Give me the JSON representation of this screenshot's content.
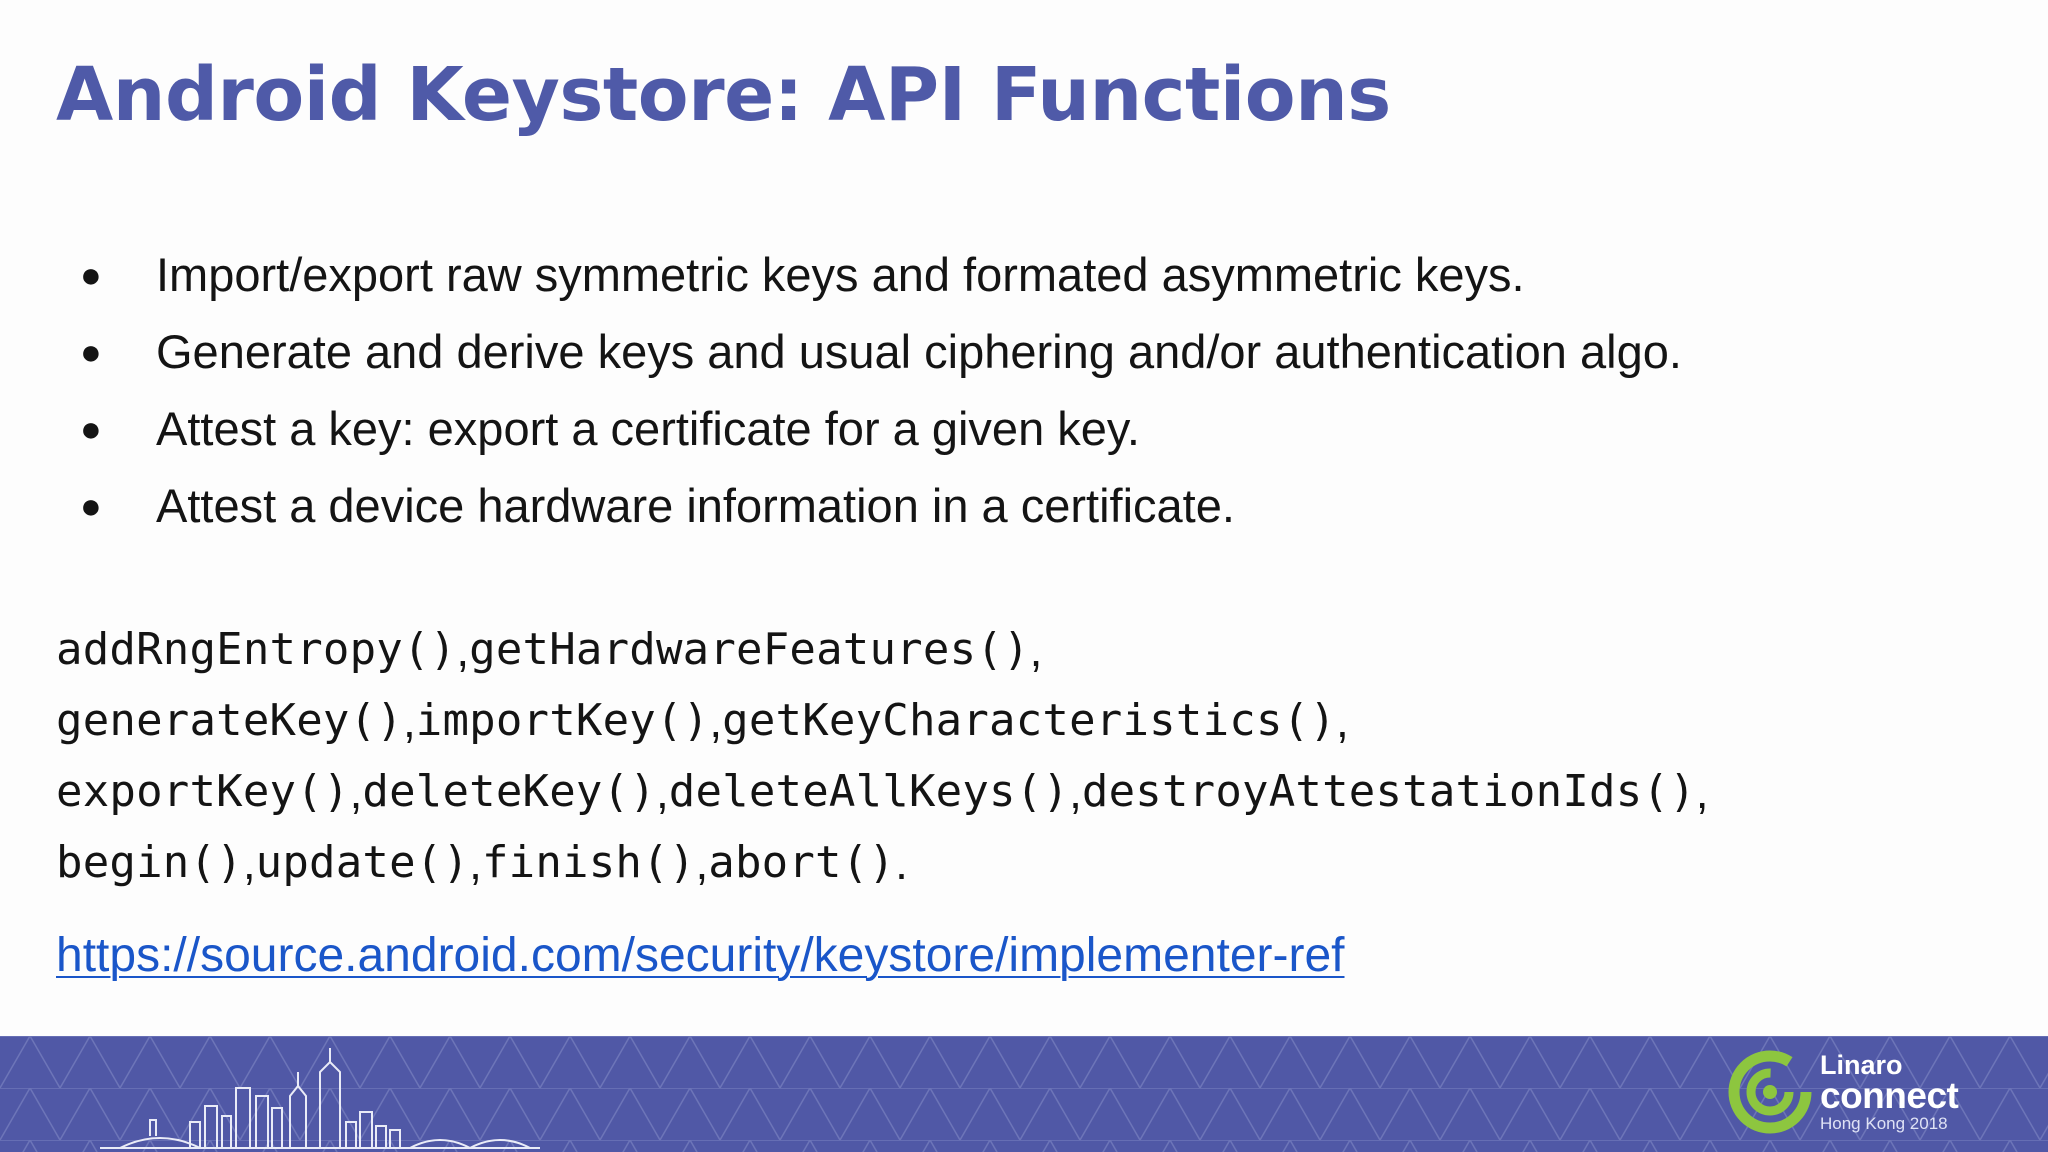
{
  "slide": {
    "title": "Android Keystore: API Functions",
    "bullets": [
      "Import/export raw symmetric keys and formated asymmetric keys.",
      "Generate and derive keys and usual ciphering and/or authentication algo.",
      "Attest a key: export a certificate for a given key.",
      "Attest a device hardware information in a certificate."
    ],
    "bullet_glyph": "●",
    "api_lines": [
      [
        {
          "fn": "addRngEntropy()",
          "sep": ", "
        },
        {
          "fn": "getHardwareFeatures()",
          "sep": ","
        }
      ],
      [
        {
          "fn": "generateKey()",
          "sep": ", "
        },
        {
          "fn": "importKey()",
          "sep": ", "
        },
        {
          "fn": "getKeyCharacteristics()",
          "sep": ","
        }
      ],
      [
        {
          "fn": "exportKey()",
          "sep": ", "
        },
        {
          "fn": "deleteKey()",
          "sep": ", "
        },
        {
          "fn": "deleteAllKeys()",
          "sep": ", "
        },
        {
          "fn": "destroyAttestationIds()",
          "sep": ","
        }
      ],
      [
        {
          "fn": "begin()",
          "sep": ", "
        },
        {
          "fn": "update()",
          "sep": ", "
        },
        {
          "fn": "finish()",
          "sep": ", "
        },
        {
          "fn": "abort()",
          "sep": "."
        }
      ]
    ],
    "reference_link": "https://source.android.com/security/keystore/implementer-ref"
  },
  "footer": {
    "brand_line1": "Linaro",
    "brand_line2": "connect",
    "event": "Hong Kong 2018",
    "icons": [
      "hong-kong-skyline-icon",
      "linaro-connect-logo-icon"
    ]
  },
  "colors": {
    "title": "#4f5aa8",
    "link": "#1a56c9",
    "footer_band": "#5058a6",
    "logo_green": "#8dc63f"
  }
}
